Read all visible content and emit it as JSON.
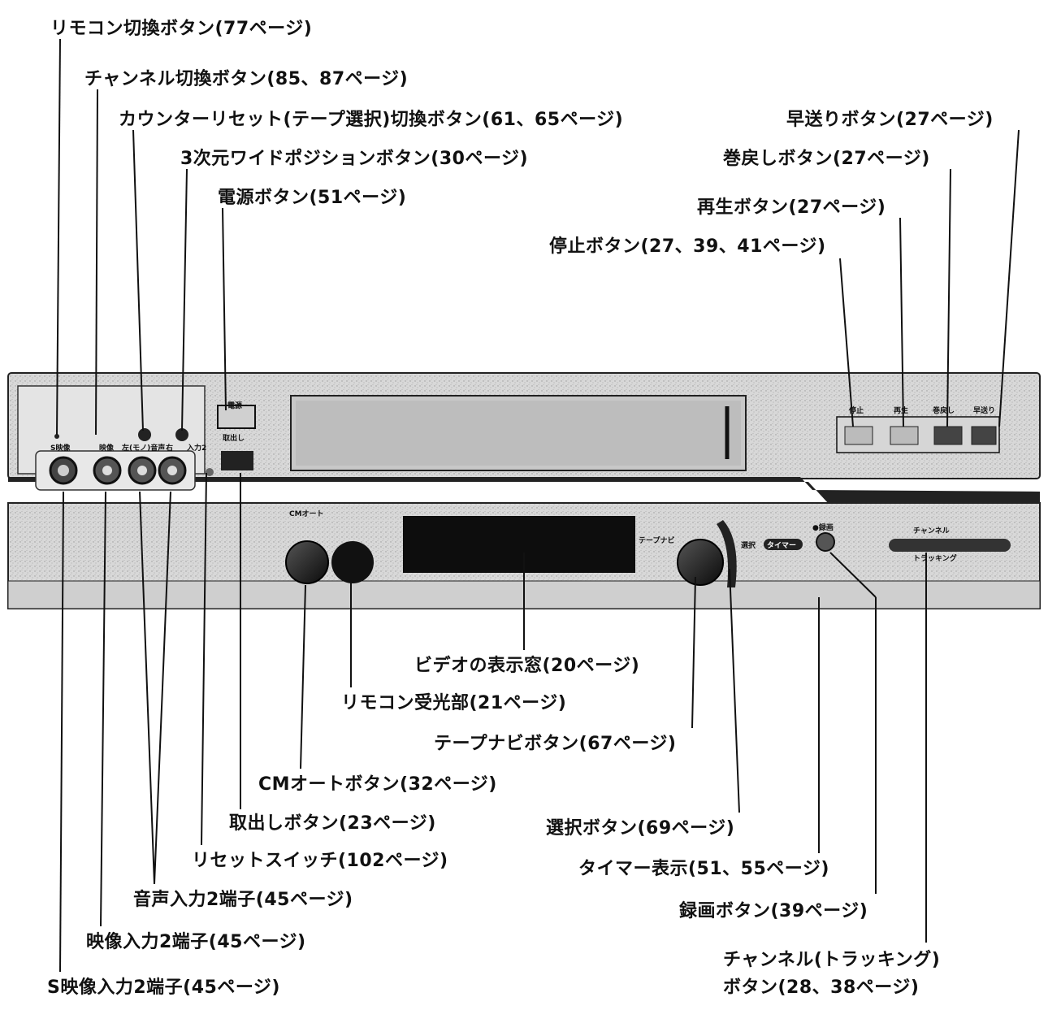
{
  "callouts": {
    "remote_switch": "リモコン切換ボタン(77ページ)",
    "channel_switch": "チャンネル切換ボタン(85、87ページ)",
    "counter_reset": "カウンターリセット(テープ選択)切換ボタン(61、65ページ)",
    "wide_position": "3次元ワイドポジションボタン(30ページ)",
    "power": "電源ボタン(51ページ)",
    "fast_forward": "早送りボタン(27ページ)",
    "rewind": "巻戻しボタン(27ページ)",
    "play": "再生ボタン(27ページ)",
    "stop": "停止ボタン(27、39、41ページ)",
    "display_window": "ビデオの表示窓(20ページ)",
    "remote_sensor": "リモコン受光部(21ページ)",
    "tape_navi": "テープナビボタン(67ページ)",
    "cm_auto": "CMオートボタン(32ページ)",
    "eject": "取出しボタン(23ページ)",
    "select": "選択ボタン(69ページ)",
    "reset_switch": "リセットスイッチ(102ページ)",
    "timer_display": "タイマー表示(51、55ページ)",
    "audio_in2": "音声入力2端子(45ページ)",
    "record": "録画ボタン(39ページ)",
    "video_in2": "映像入力2端子(45ページ)",
    "channel_tracking_line1": "チャンネル(トラッキング)",
    "channel_tracking_line2": "ボタン(28、38ページ)",
    "s_video_in2": "S映像入力2端子(45ページ)"
  },
  "panel": {
    "power": "電源",
    "eject": "取出し",
    "stop": "停止",
    "play": "再生",
    "rewind": "巻戻し",
    "ff": "早送り",
    "cm_auto": "CMオート",
    "tape_navi": "テープナビ",
    "select": "選択",
    "timer": "タイマー",
    "record": "●録画",
    "channel": "チャンネル",
    "tracking": "トラッキング",
    "input2": "入力2",
    "s_video": "S映像",
    "video": "映像",
    "audio_l": "左(モノ)音声",
    "audio_r": "右"
  }
}
